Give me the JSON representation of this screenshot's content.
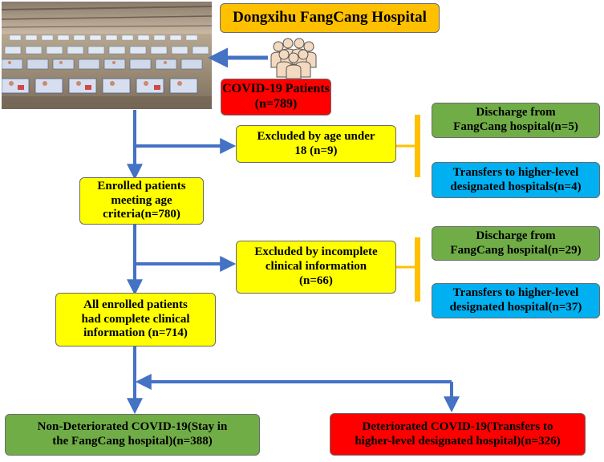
{
  "hospital": {
    "name": "Dongxihu FangCang Hospital"
  },
  "patients": {
    "line1": "COVID-19 Patients",
    "line2": "(n=789)"
  },
  "excluded_age": {
    "line1": "Excluded by age under",
    "line2": "18 (n=9)"
  },
  "discharge_age": {
    "line1": "Discharge from",
    "line2": "FangCang hospital(n=5)"
  },
  "transfer_age": {
    "line1": "Transfers to higher-level",
    "line2": "designated hospitals(n=4)"
  },
  "enrolled": {
    "line1": "Enrolled patients",
    "line2": "meeting age",
    "line3": "criteria(n=780)"
  },
  "excluded_info": {
    "line1": "Excluded by incomplete",
    "line2": "clinical information",
    "line3": "(n=66)"
  },
  "discharge_info": {
    "line1": "Discharge from",
    "line2": "FangCang hospital(n=29)"
  },
  "transfer_info": {
    "line1": "Transfers to higher-level",
    "line2": "designated hospital(n=37)"
  },
  "complete": {
    "line1": "All enrolled patients",
    "line2": "had complete clinical",
    "line3": "information (n=714)"
  },
  "non_deteriorated": {
    "line1": "Non-Deteriorated COVID-19(Stay in",
    "line2": "the FangCang hospital)(n=388)"
  },
  "deteriorated": {
    "line1": "Deteriorated COVID-19(Transfers to",
    "line2": "higher-level designated hospital)(n=326)"
  },
  "colors": {
    "arrow": "#4472c4",
    "bracket": "#ffc000",
    "yellow": "#ffff00",
    "orange": "#ffc000",
    "red": "#ff0000",
    "green": "#70ad47",
    "blue": "#00b0f0"
  },
  "icons": [
    "hospital-ward-photo",
    "patients-group-icon"
  ]
}
